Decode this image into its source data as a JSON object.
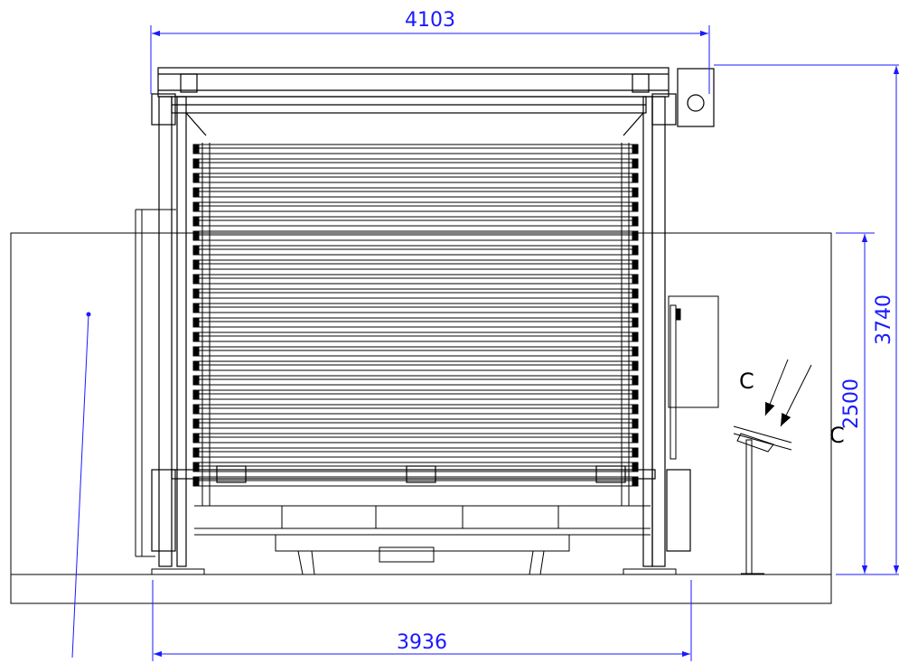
{
  "dimensions": {
    "overall_width": "4103",
    "base_width": "3936",
    "overall_height": "3740",
    "platform_height": "2500"
  },
  "section_marks": {
    "upper": "C",
    "lower": "C"
  },
  "colors": {
    "dimension": "#1a1aff",
    "geometry": "#000000",
    "background": "#ffffff"
  }
}
